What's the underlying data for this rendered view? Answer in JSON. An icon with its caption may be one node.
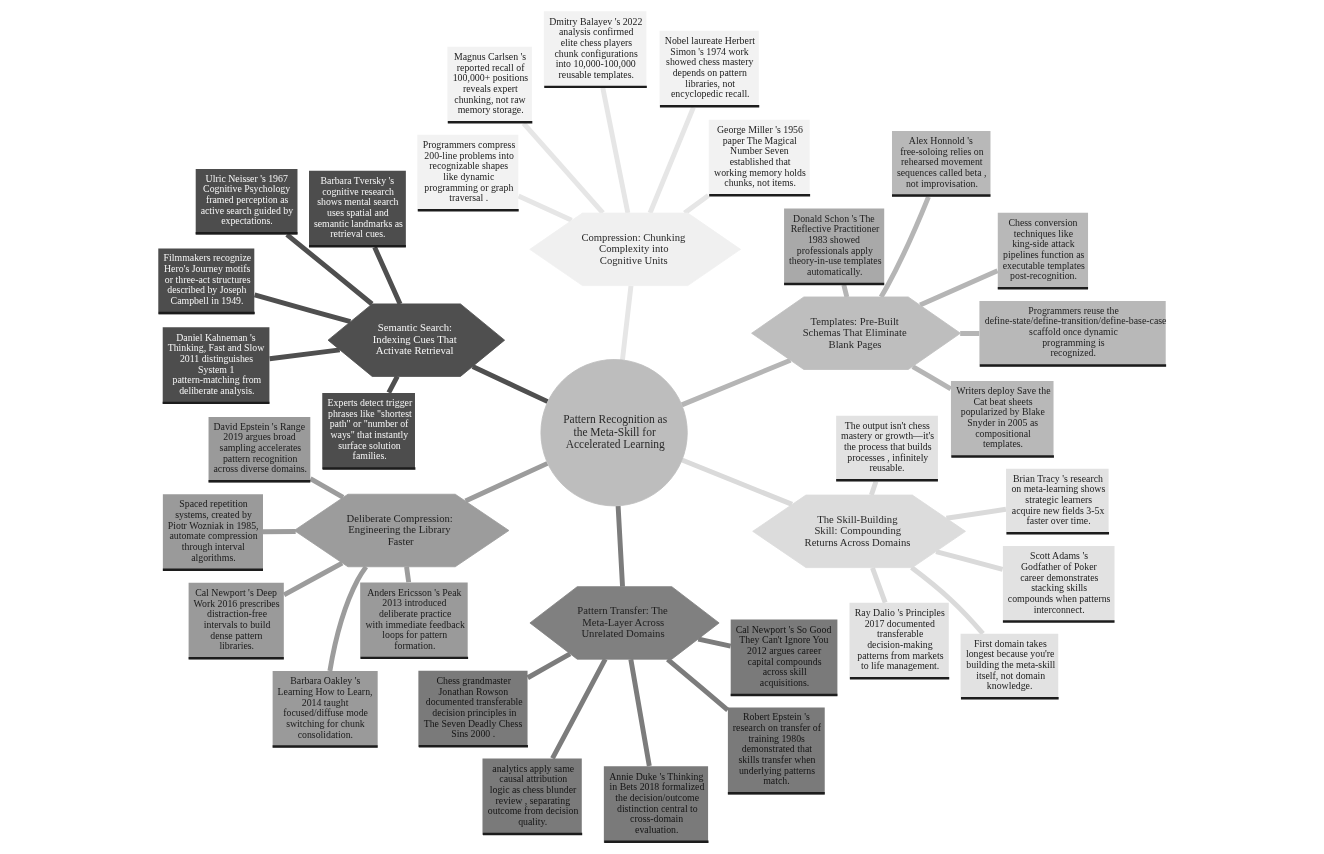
{
  "diagram": {
    "nodes": [
      {
        "text": [
          "Pattern Recognition as the Meta-Skill for Accelerated Learning"
        ]
      },
      {
        "text": [
          "Compression: Chunking Complexity into Cognitive Units"
        ]
      },
      {
        "text": [
          "George Miller 's 1956 paper The Magical Number Seven established that working memory holds chunks, not items."
        ]
      },
      {
        "text": [
          "Nobel laureate Herbert Simon 's 1974 work showed chess mastery depends on pattern libraries, not encyclopedic recall."
        ]
      },
      {
        "text": [
          "Dmitry Balayev 's 2022 analysis confirmed elite chess players chunk configurations into 10,000-100,000 reusable templates."
        ]
      },
      {
        "text": [
          "Magnus Carlsen 's reported recall of 100,000+ positions reveals expert chunking, not raw memory storage."
        ]
      },
      {
        "text": [
          "Programmers compress 200-line problems into recognizable shapes like dynamic programming or graph traversal ."
        ]
      },
      {
        "text": [
          "Templates: Pre-Built Schemas That Eliminate Blank Pages"
        ]
      },
      {
        "text": [
          "Writers deploy Save the Cat beat sheets popularized by Blake Snyder in 2005 as compositional templates."
        ]
      },
      {
        "text": [
          "Programmers reuse the define-state/define-transition/define-base-case scaffold once dynamic programming is recognized."
        ]
      },
      {
        "text": [
          "Chess conversion techniques like king-side attack pipelines function as executable templates post-recognition."
        ]
      },
      {
        "text": [
          "Alex Honnold 's free-soloing relies on rehearsed movement sequences called beta , not improvisation."
        ]
      },
      {
        "text": [
          "Donald Schon 's The Reflective Practitioner 1983 showed professionals apply theory-in-use templates automatically."
        ]
      },
      {
        "text": [
          "The Skill-Building Skill: Compounding Returns Across Domains"
        ]
      },
      {
        "text": [
          "Ray Dalio 's Principles 2017 documented transferable decision-making patterns from markets to life management."
        ]
      },
      {
        "text": [
          "First domain takes longest because you're building the meta-skill itself, not domain knowledge."
        ]
      },
      {
        "text": [
          "Scott Adams 's Godfather of Poker career demonstrates stacking skills compounds when patterns interconnect."
        ]
      },
      {
        "text": [
          "Brian Tracy 's research on meta-learning shows strategic learners acquire new fields 3-5x faster over time."
        ]
      },
      {
        "text": [
          "The output isn't chess mastery or growth—it's the process that builds processes , infinitely reusable."
        ]
      },
      {
        "text": [
          "Pattern Transfer: The Meta-Layer Across Unrelated Domains"
        ]
      },
      {
        "text": [
          "Chess grandmaster Jonathan Rowson documented transferable decision principles in The Seven Deadly Chess Sins 2000 ."
        ]
      },
      {
        "text": [
          "analytics apply same causal attribution logic as chess blunder review , separating outcome from decision quality."
        ]
      },
      {
        "text": [
          "Annie Duke 's Thinking in Bets 2018 formalized the decision/outcome distinction central to cross-domain evaluation."
        ]
      },
      {
        "text": [
          "Robert Epstein 's research on transfer of training 1980s demonstrated that skills transfer when underlying patterns match."
        ]
      },
      {
        "text": [
          "Cal Newport 's So Good They Can't Ignore You 2012 argues career capital compounds across skill acquisitions."
        ]
      },
      {
        "text": [
          "Deliberate Compression: Engineering the Library Faster"
        ]
      },
      {
        "text": [
          "David Epstein 's Range 2019 argues broad sampling accelerates pattern recognition across diverse domains."
        ]
      },
      {
        "text": [
          "Spaced repetition systems, created by Piotr Wozniak in 1985, automate compression through interval algorithms."
        ]
      },
      {
        "text": [
          "Cal Newport 's Deep Work 2016 prescribes distraction-free intervals to build dense pattern libraries."
        ]
      },
      {
        "text": [
          "Barbara Oakley 's Learning How to Learn, 2014 taught focused/diffuse mode switching for chunk consolidation."
        ]
      },
      {
        "text": [
          "Anders Ericsson 's Peak 2013 introduced deliberate practice with immediate feedback loops for pattern formation."
        ]
      },
      {
        "text": [
          "Semantic Search: Indexing Cues That Activate Retrieval"
        ]
      },
      {
        "text": [
          "Barbara Tversky 's cognitive research shows mental search uses spatial and semantic landmarks as retrieval cues."
        ]
      },
      {
        "text": [
          "Ulric Neisser 's 1967 Cognitive Psychology framed perception as active search guided by expectations."
        ]
      },
      {
        "text": [
          "Filmmakers recognize Hero's Journey motifs or three-act structures described by Joseph Campbell in 1949."
        ]
      },
      {
        "text": [
          "Daniel Kahneman 's Thinking, Fast and Slow 2011 distinguishes System 1 pattern-matching from deliberate analysis."
        ]
      },
      {
        "text": [
          "Experts detect trigger phrases like \"shortest path\" or \"number of ways\" that instantly surface solution families."
        ]
      }
    ],
    "edges": [
      {
        "from": 0,
        "to": 1,
        "arrow": "none",
        "color": "#e6e6e6"
      },
      {
        "from": 0,
        "to": 7,
        "arrow": "none",
        "color": "#b5b5b5"
      },
      {
        "from": 0,
        "to": 13,
        "arrow": "none",
        "color": "#dadada"
      },
      {
        "from": 0,
        "to": 19,
        "arrow": "none",
        "color": "#7c7c7c"
      },
      {
        "from": 0,
        "to": 25,
        "arrow": "none",
        "color": "#9c9c9c"
      },
      {
        "from": 0,
        "to": 31,
        "arrow": "none",
        "color": "#4f4f4f"
      },
      {
        "from": 1,
        "to": 2,
        "arrow": "none",
        "color": "#e6e6e6"
      },
      {
        "from": 1,
        "to": 3,
        "arrow": "none",
        "color": "#e6e6e6"
      },
      {
        "from": 1,
        "to": 4,
        "arrow": "none",
        "color": "#e6e6e6"
      },
      {
        "from": 1,
        "to": 5,
        "arrow": "none",
        "color": "#e6e6e6"
      },
      {
        "from": 1,
        "to": 6,
        "arrow": "none",
        "color": "#e6e6e6"
      },
      {
        "from": 7,
        "to": 8,
        "arrow": "none",
        "color": "#b5b5b5"
      },
      {
        "from": 7,
        "to": 9,
        "arrow": "none",
        "color": "#b5b5b5"
      },
      {
        "from": 7,
        "to": 10,
        "arrow": "none",
        "color": "#b5b5b5"
      },
      {
        "from": 7,
        "to": 11,
        "arrow": "none",
        "color": "#b5b5b5"
      },
      {
        "from": 7,
        "to": 12,
        "arrow": "none",
        "color": "#b5b5b5"
      },
      {
        "from": 13,
        "to": 14,
        "arrow": "none",
        "color": "#dadada"
      },
      {
        "from": 13,
        "to": 15,
        "arrow": "none",
        "color": "#dadada"
      },
      {
        "from": 13,
        "to": 16,
        "arrow": "none",
        "color": "#dadada"
      },
      {
        "from": 13,
        "to": 17,
        "arrow": "none",
        "color": "#dadada"
      },
      {
        "from": 13,
        "to": 18,
        "arrow": "none",
        "color": "#dadada"
      },
      {
        "from": 19,
        "to": 20,
        "arrow": "none",
        "color": "#7c7c7c"
      },
      {
        "from": 19,
        "to": 21,
        "arrow": "none",
        "color": "#7c7c7c"
      },
      {
        "from": 19,
        "to": 22,
        "arrow": "none",
        "color": "#7c7c7c"
      },
      {
        "from": 19,
        "to": 23,
        "arrow": "none",
        "color": "#7c7c7c"
      },
      {
        "from": 19,
        "to": 24,
        "arrow": "none",
        "color": "#7c7c7c"
      },
      {
        "from": 25,
        "to": 26,
        "arrow": "none",
        "color": "#9c9c9c"
      },
      {
        "from": 25,
        "to": 27,
        "arrow": "none",
        "color": "#9c9c9c"
      },
      {
        "from": 25,
        "to": 28,
        "arrow": "none",
        "color": "#9c9c9c"
      },
      {
        "from": 25,
        "to": 29,
        "arrow": "none",
        "color": "#9c9c9c"
      },
      {
        "from": 25,
        "to": 30,
        "arrow": "none",
        "color": "#9c9c9c"
      },
      {
        "from": 31,
        "to": 32,
        "arrow": "none",
        "color": "#4f4f4f"
      },
      {
        "from": 31,
        "to": 33,
        "arrow": "none",
        "color": "#4f4f4f"
      },
      {
        "from": 31,
        "to": 34,
        "arrow": "none",
        "color": "#4f4f4f"
      },
      {
        "from": 31,
        "to": 35,
        "arrow": "none",
        "color": "#4f4f4f"
      },
      {
        "from": 31,
        "to": 36,
        "arrow": "none",
        "color": "#4f4f4f"
      }
    ]
  }
}
